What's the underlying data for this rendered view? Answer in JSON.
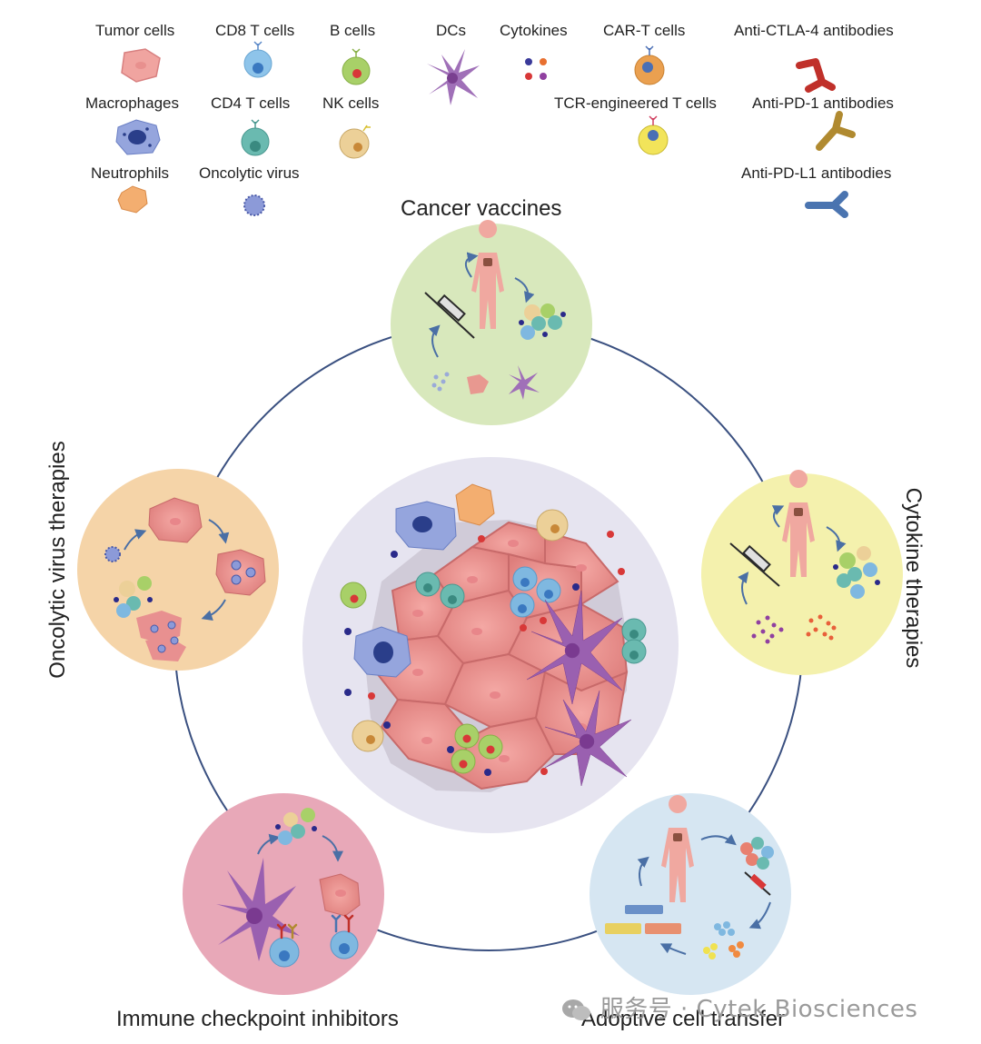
{
  "legend": {
    "tumor_cells": "Tumor cells",
    "cd8_t_cells": "CD8 T cells",
    "b_cells": "B cells",
    "dcs": "DCs",
    "cytokines": "Cytokines",
    "car_t_cells": "CAR-T cells",
    "anti_ctla4": "Anti-CTLA-4 antibodies",
    "macrophages": "Macrophages",
    "cd4_t_cells": "CD4 T cells",
    "nk_cells": "NK cells",
    "tcr_t_cells": "TCR-engineered T cells",
    "anti_pd1": "Anti-PD-1 antibodies",
    "neutrophils": "Neutrophils",
    "oncolytic_virus": "Oncolytic virus",
    "anti_pdl1": "Anti-PD-L1 antibodies"
  },
  "therapies": {
    "cancer_vaccines": "Cancer vaccines",
    "cytokine_therapies": "Cytokine therapies",
    "adoptive_cell_transfer": "Adoptive cell transfer",
    "immune_checkpoint_inhibitors": "Immune checkpoint inhibitors",
    "oncolytic_virus_therapies": "Oncolytic virus therapies"
  },
  "watermark": "服务号 · Cytek Biosciences",
  "colors": {
    "tumor": "#e98a8a",
    "cd8": "#7fb8e0",
    "cd4": "#5aa9a0",
    "b_cell": "#9cc95a",
    "nk": "#e8c98e",
    "dc": "#9060a8",
    "macrophage": "#6d80c4",
    "neutrophil": "#f0a668",
    "car_t": "#e8a050",
    "tcr_t": "#f0e250",
    "ctla4_ab": "#c0302a",
    "pd1_ab": "#b08a30",
    "pdl1_ab": "#4a74b0",
    "ring": "#3a5080",
    "vaccine_bg": "#d5e6b8",
    "cytokine_bg": "#f3f0a8",
    "adoptive_bg": "#d6e6f2",
    "checkpoint_bg": "#e8a8b8",
    "oncolytic_bg": "#f5d4a8",
    "tme_bg": "#e4e2ef"
  }
}
